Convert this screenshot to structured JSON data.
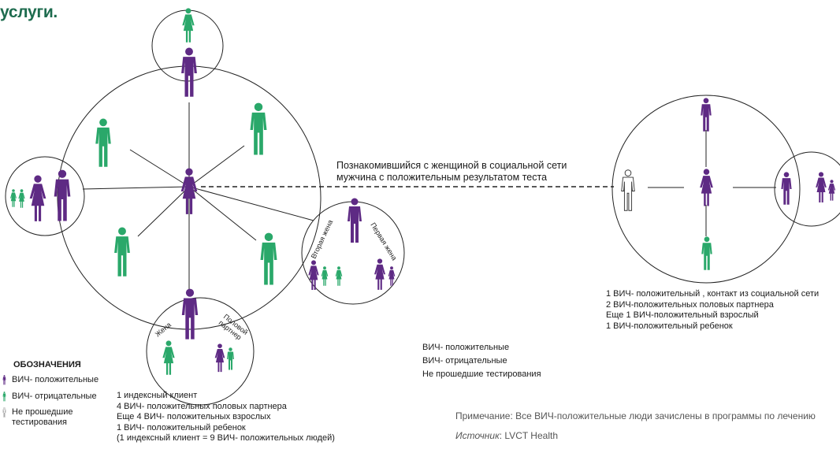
{
  "title": "услуги.",
  "callout": "Познакомившийся с женщиной в социальной сети\nмужчина с  положительным результатом теста",
  "labels": {
    "wife": "Жена",
    "sexual_partner": "Половой\nпартнер",
    "second_wife": "Вторая жена",
    "first_wife": "Первая жена"
  },
  "legend": {
    "title": "ОБОЗНАЧЕНИЯ",
    "items": [
      {
        "label": "ВИЧ- положительные",
        "status": "positive"
      },
      {
        "label": "ВИЧ- отрицательные",
        "status": "negative"
      },
      {
        "label": "Не прошедшие\nтестирования",
        "status": "untested"
      }
    ]
  },
  "middle_legend": [
    "ВИЧ- положительные",
    "ВИЧ- отрицательные",
    "Не прошедшие тестирования"
  ],
  "summary_left": [
    "1 индексный   клиент",
    "4 ВИЧ- положительных  половых партнера",
    "Еще 4 ВИЧ- положительных взрослых",
    "1 ВИЧ- положительный ребенок",
    "(1 индексный клиент = 9 ВИЧ-  положительных людей)"
  ],
  "summary_right": [
    "1 ВИЧ- положительный , контакт из социальной сети",
    "2 ВИЧ-положительных   половых партнера",
    "Еще 1 ВИЧ-положительный  взрослый",
    "1 ВИЧ-положительный  ребенок"
  ],
  "note": "Примечание: Все ВИЧ-положительные люди зачислены в программы по лечению",
  "source_label": "Источник",
  "source_value": ": LVCT Health",
  "colors": {
    "positive": "#5e2a84",
    "negative": "#2aa86a",
    "untested": "#ffffff",
    "line": "#222222",
    "title": "#1d6b4e"
  }
}
